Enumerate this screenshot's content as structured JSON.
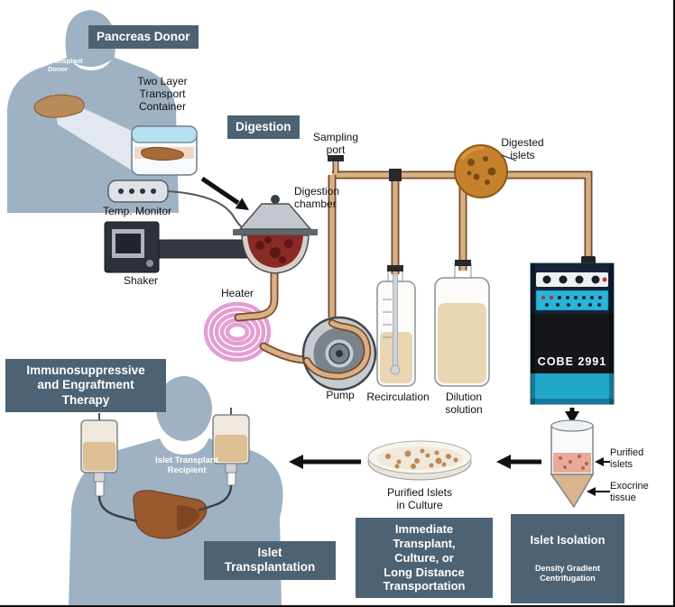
{
  "labels": {
    "pancreas_donor": "Pancreas Donor",
    "donor_body": "Islet Transplant\nDonor",
    "two_layer_container": "Two Layer\nTransport\nContainer",
    "temp_monitor": "Temp. Monitor",
    "shaker": "Shaker",
    "digestion": "Digestion",
    "digestion_chamber": "Digestion\nchamber",
    "sampling_port": "Sampling\nport",
    "heater": "Heater",
    "pump": "Pump",
    "recirculation": "Recirculation",
    "dilution_solution": "Dilution\nsolution",
    "digested_islets": "Digested\nislets",
    "cobe": "COBE  2991",
    "purified_islets": "Purified\nislets",
    "exocrine_tissue": "Exocrine\ntissue",
    "islet_isolation_title": "Islet Isolation",
    "islet_isolation_sub": "Density Gradient\nCentrifugation",
    "purified_islets_culture": "Purified Islets\nin Culture",
    "immediate_transplant": "Immediate\nTransplant,\nCulture, or\nLong Distance\nTransportation",
    "immunosuppressive": "Immunosuppressive\nand Engraftment\nTherapy",
    "recipient_body": "Islet Transplant\nRecipient",
    "islet_transplantation": "Islet\nTransplantation"
  },
  "colors": {
    "label_box": "#4d6273",
    "body_silhouette": "#9eb2c3",
    "tubing": "#d7b088",
    "tubing_outline": "#7a4a26",
    "heater_coil": "#e39fd3",
    "cobe_cyan": "#29b0d6",
    "islet_ball": "#c5812c"
  }
}
